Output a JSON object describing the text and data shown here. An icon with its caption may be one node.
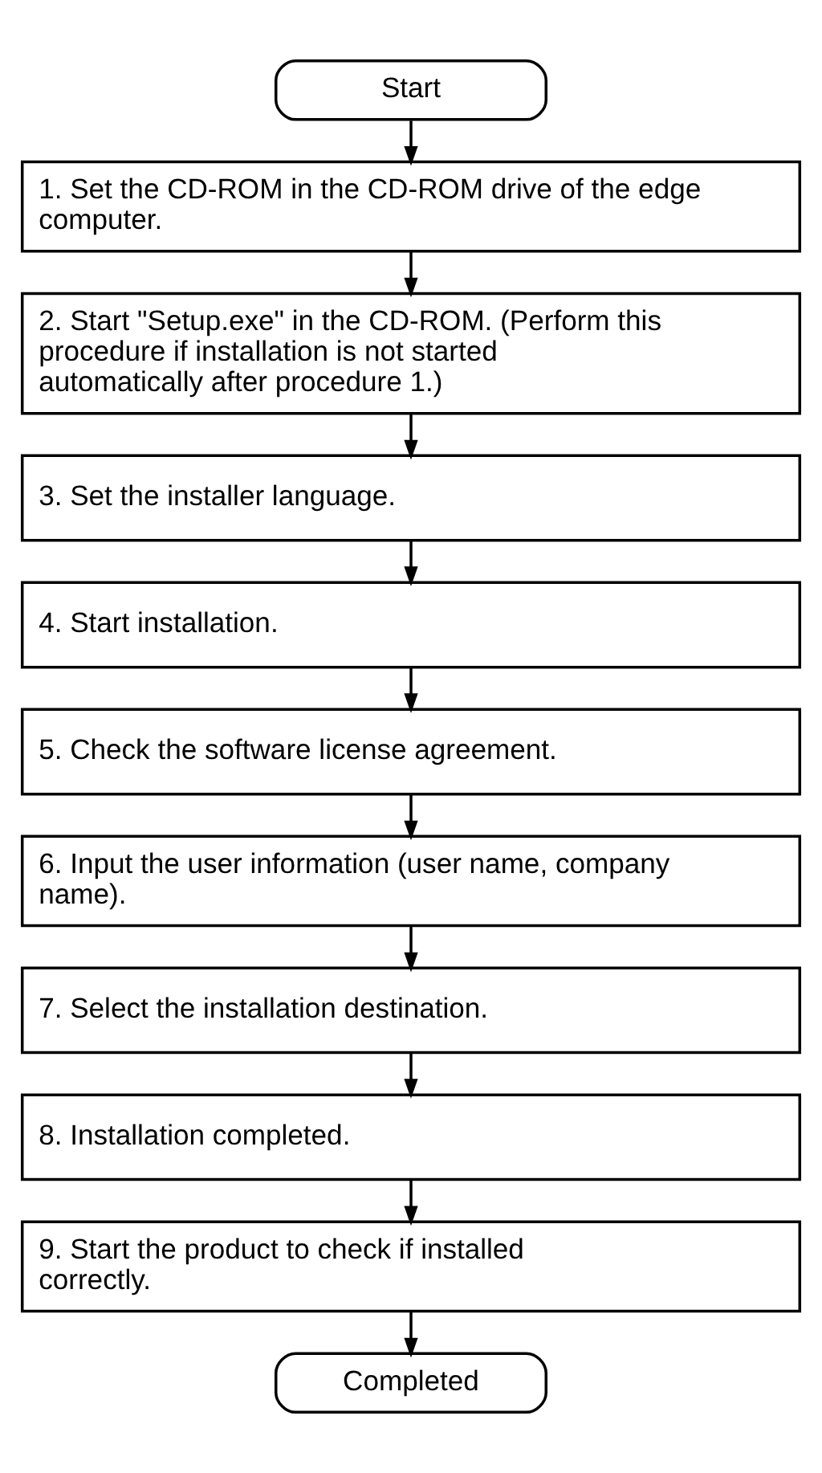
{
  "diagram": {
    "nodes": [
      {
        "text": [
          "Start"
        ]
      },
      {
        "text": [
          "1. Set the CD-ROM in the CD-ROM drive of the edge computer."
        ]
      },
      {
        "text": [
          "2. Start \"Setup.exe\" in the CD-ROM. (Perform this procedure if installation is not started automatically after procedure 1.)"
        ]
      },
      {
        "text": [
          "3. Set the installer language."
        ]
      },
      {
        "text": [
          "4. Start installation."
        ]
      },
      {
        "text": [
          "5. Check the software license agreement."
        ]
      },
      {
        "text": [
          "6. Input the user information (user name, company name)."
        ]
      },
      {
        "text": [
          "7. Select the installation destination."
        ]
      },
      {
        "text": [
          "8. Installation completed."
        ]
      },
      {
        "text": [
          "9. Start the product to check if installed correctly."
        ]
      },
      {
        "text": [
          "Completed"
        ]
      }
    ],
    "edges": [
      {
        "from": 0,
        "to": 1,
        "arrow": "to"
      },
      {
        "from": 1,
        "to": 2,
        "arrow": "to"
      },
      {
        "from": 2,
        "to": 3,
        "arrow": "to"
      },
      {
        "from": 3,
        "to": 4,
        "arrow": "to"
      },
      {
        "from": 4,
        "to": 5,
        "arrow": "to"
      },
      {
        "from": 5,
        "to": 6,
        "arrow": "to"
      },
      {
        "from": 6,
        "to": 7,
        "arrow": "to"
      },
      {
        "from": 7,
        "to": 8,
        "arrow": "to"
      },
      {
        "from": 8,
        "to": 9,
        "arrow": "to"
      },
      {
        "from": 9,
        "to": 10,
        "arrow": "to"
      }
    ]
  }
}
